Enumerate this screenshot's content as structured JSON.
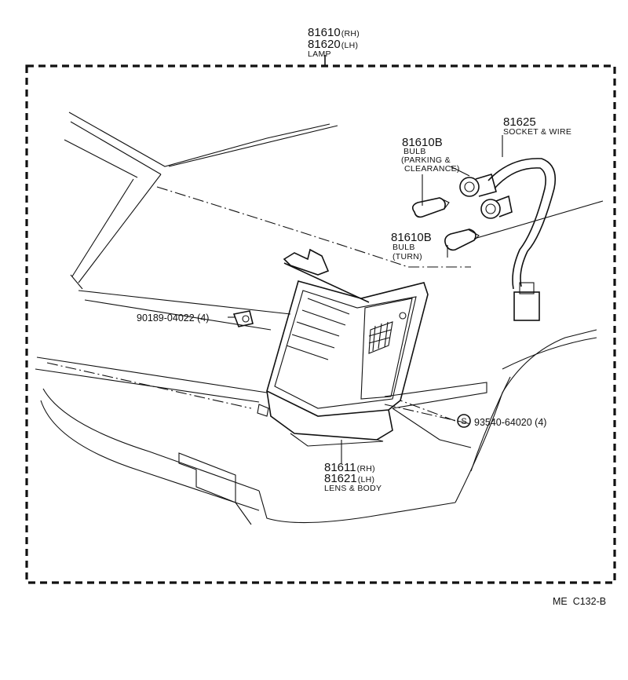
{
  "diagram": {
    "lamp": {
      "part_rh": "81610",
      "tag_rh": "(RH)",
      "part_lh": "81620",
      "tag_lh": "(LH)",
      "name": "LAMP"
    },
    "socket": {
      "part": "81625",
      "name": "SOCKET & WIRE"
    },
    "bulb_parking": {
      "part": "81610B",
      "name": "BULB",
      "desc_1": "(PARKING &",
      "desc_2": "CLEARANCE)"
    },
    "bulb_turn": {
      "part": "81610B",
      "name": "BULB",
      "desc": "(TURN)"
    },
    "clip": {
      "label": "90189-04022 (4)"
    },
    "screw": {
      "symbol": "S",
      "label": "93540-64020 (4)"
    },
    "lens": {
      "part_rh": "81611",
      "tag_rh": "(RH)",
      "part_lh": "81621",
      "tag_lh": "(LH)",
      "name": "LENS & BODY"
    },
    "figure_code": "ME  C132-B"
  }
}
